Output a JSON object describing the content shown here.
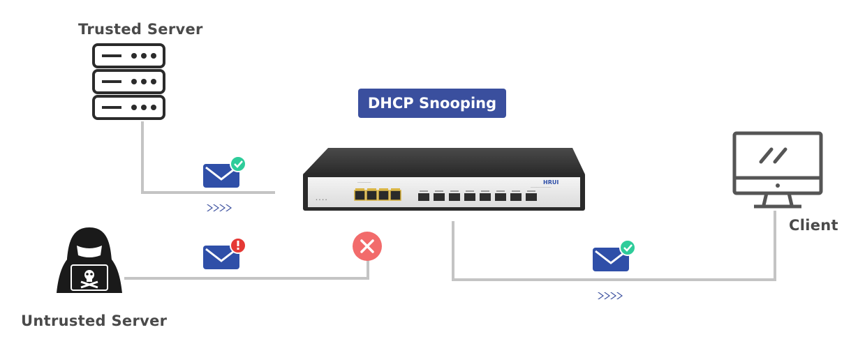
{
  "title": "DHCP Snooping",
  "nodes": {
    "trusted_server": "Trusted Server",
    "untrusted_server": "Untrusted Server",
    "client": "Client"
  },
  "switch": {
    "brand": "HRUI"
  },
  "messages": [
    {
      "from": "trusted_server",
      "status": "trusted",
      "icon": "envelope-check-icon"
    },
    {
      "from": "untrusted_server",
      "status": "blocked",
      "icon": "envelope-alert-icon"
    },
    {
      "from": "switch",
      "to": "client",
      "status": "trusted",
      "icon": "envelope-check-icon"
    }
  ],
  "colors": {
    "title_bg": "#3a4f9e",
    "envelope": "#2f4fa8",
    "check": "#2ecc9a",
    "alert": "#e53935",
    "block": "#f26b6b",
    "line": "#c4c4c4"
  }
}
